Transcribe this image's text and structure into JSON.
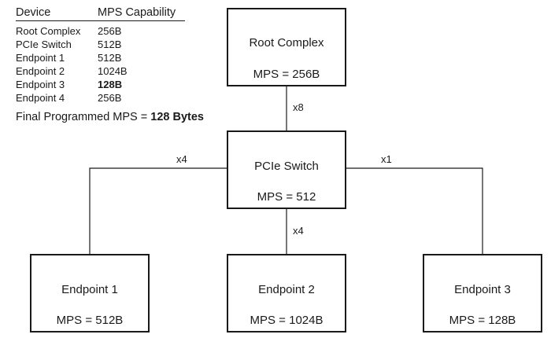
{
  "capability_table": {
    "header": {
      "device": "Device",
      "mps": "MPS Capability"
    },
    "rows": [
      {
        "device": "Root Complex",
        "mps": "256B",
        "bold": false
      },
      {
        "device": "PCIe Switch",
        "mps": "512B",
        "bold": false
      },
      {
        "device": "Endpoint 1",
        "mps": "512B",
        "bold": false
      },
      {
        "device": "Endpoint 2",
        "mps": "1024B",
        "bold": false
      },
      {
        "device": "Endpoint 3",
        "mps": "128B",
        "bold": true
      },
      {
        "device": "Endpoint 4",
        "mps": "256B",
        "bold": false
      }
    ]
  },
  "final": {
    "label": "Final Programmed MPS = ",
    "value": "128 Bytes"
  },
  "nodes": {
    "root_complex": {
      "name": "Root Complex",
      "mps": "MPS = 256B"
    },
    "pcie_switch": {
      "name": "PCIe Switch",
      "mps": "MPS = 512"
    },
    "endpoint_1": {
      "name": "Endpoint 1",
      "mps": "MPS = 512B"
    },
    "endpoint_2": {
      "name": "Endpoint 2",
      "mps": "MPS = 1024B"
    },
    "endpoint_3": {
      "name": "Endpoint 3",
      "mps": "MPS = 128B"
    }
  },
  "links": {
    "root_to_switch": "x8",
    "switch_to_ep1": "x4",
    "switch_to_ep2": "x4",
    "switch_to_ep3": "x1"
  }
}
